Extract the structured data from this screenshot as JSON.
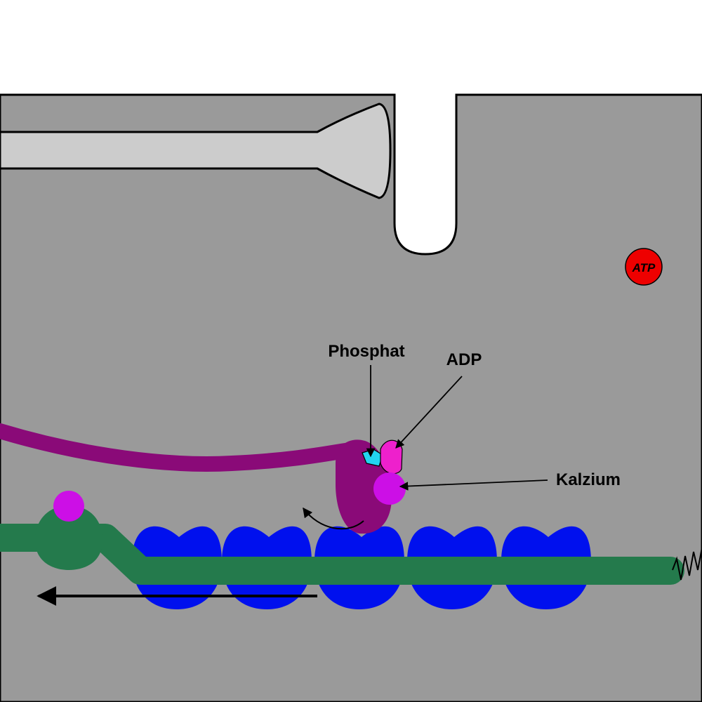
{
  "labels": {
    "phosphate": "Phosphat",
    "adp": "ADP",
    "calcium": "Kalzium",
    "atp": "ATP"
  },
  "colors": {
    "cytoplasm": "#9a9a9a",
    "membrane_outside": "#ffffff",
    "vesicle": "#cccccc",
    "myosin": "#8a0a78",
    "calcium": "#cc0fe6",
    "adp": "#ee20cc",
    "phosphate": "#22d4f0",
    "actin": "#0010ee",
    "tropomyosin": "#247a4c",
    "atp": "#ee0000"
  },
  "icons": {
    "motion_arrow": "left-arrow-icon",
    "rotation_arrow": "curved-arrow-icon",
    "spring": "spring-icon"
  }
}
